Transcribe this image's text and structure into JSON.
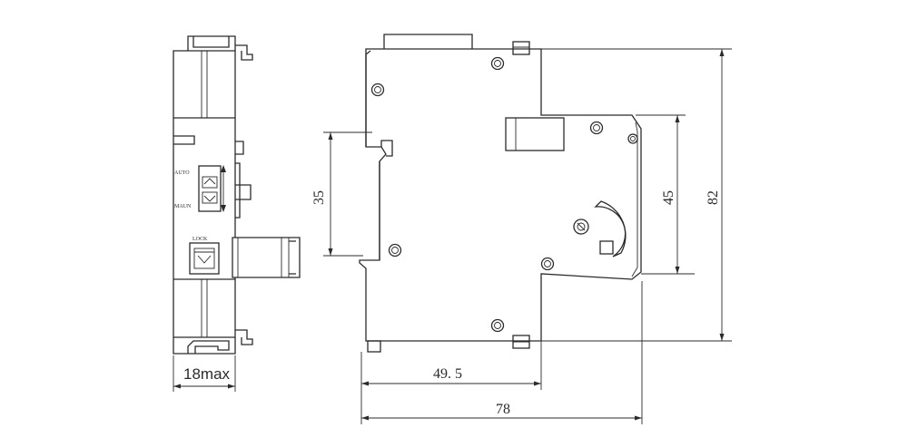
{
  "dimensions": {
    "width_side": "18max",
    "height_total": "82",
    "height_inner": "45",
    "height_left": "35",
    "depth_partial": "49. 5",
    "depth_total": "78"
  },
  "labels": {
    "auto": "AUTO",
    "manu": "MAUN",
    "lock": "LOCK"
  },
  "colors": {
    "line": "#2b2b2b",
    "background": "#ffffff"
  }
}
